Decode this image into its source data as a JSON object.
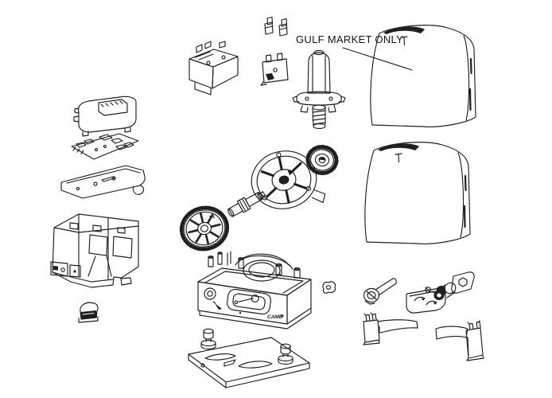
{
  "diagram": {
    "background_color": "#ffffff",
    "line_color": "#1f1f1f",
    "annotation": {
      "text": "GULF MARKET ONLY"
    },
    "brand_label": "CAME",
    "parts": [
      {
        "id": "brush-holder-pair"
      },
      {
        "id": "microswitch"
      },
      {
        "id": "transformer"
      },
      {
        "id": "motor-with-worm"
      },
      {
        "id": "gulf-cover"
      },
      {
        "id": "standard-cover"
      },
      {
        "id": "control-cover"
      },
      {
        "id": "control-board"
      },
      {
        "id": "board-bracket"
      },
      {
        "id": "chassis-frame"
      },
      {
        "id": "capacitor-box"
      },
      {
        "id": "driven-gear"
      },
      {
        "id": "worm-coupling"
      },
      {
        "id": "bearing-flange"
      },
      {
        "id": "pinion-gear"
      },
      {
        "id": "gearmotor-base"
      },
      {
        "id": "mounting-plate"
      },
      {
        "id": "anchor-bolts"
      },
      {
        "id": "cam-clip"
      },
      {
        "id": "release-screw"
      },
      {
        "id": "release-door"
      },
      {
        "id": "lock-cylinder"
      },
      {
        "id": "limit-bracket-left"
      },
      {
        "id": "limit-bracket-right"
      }
    ]
  }
}
